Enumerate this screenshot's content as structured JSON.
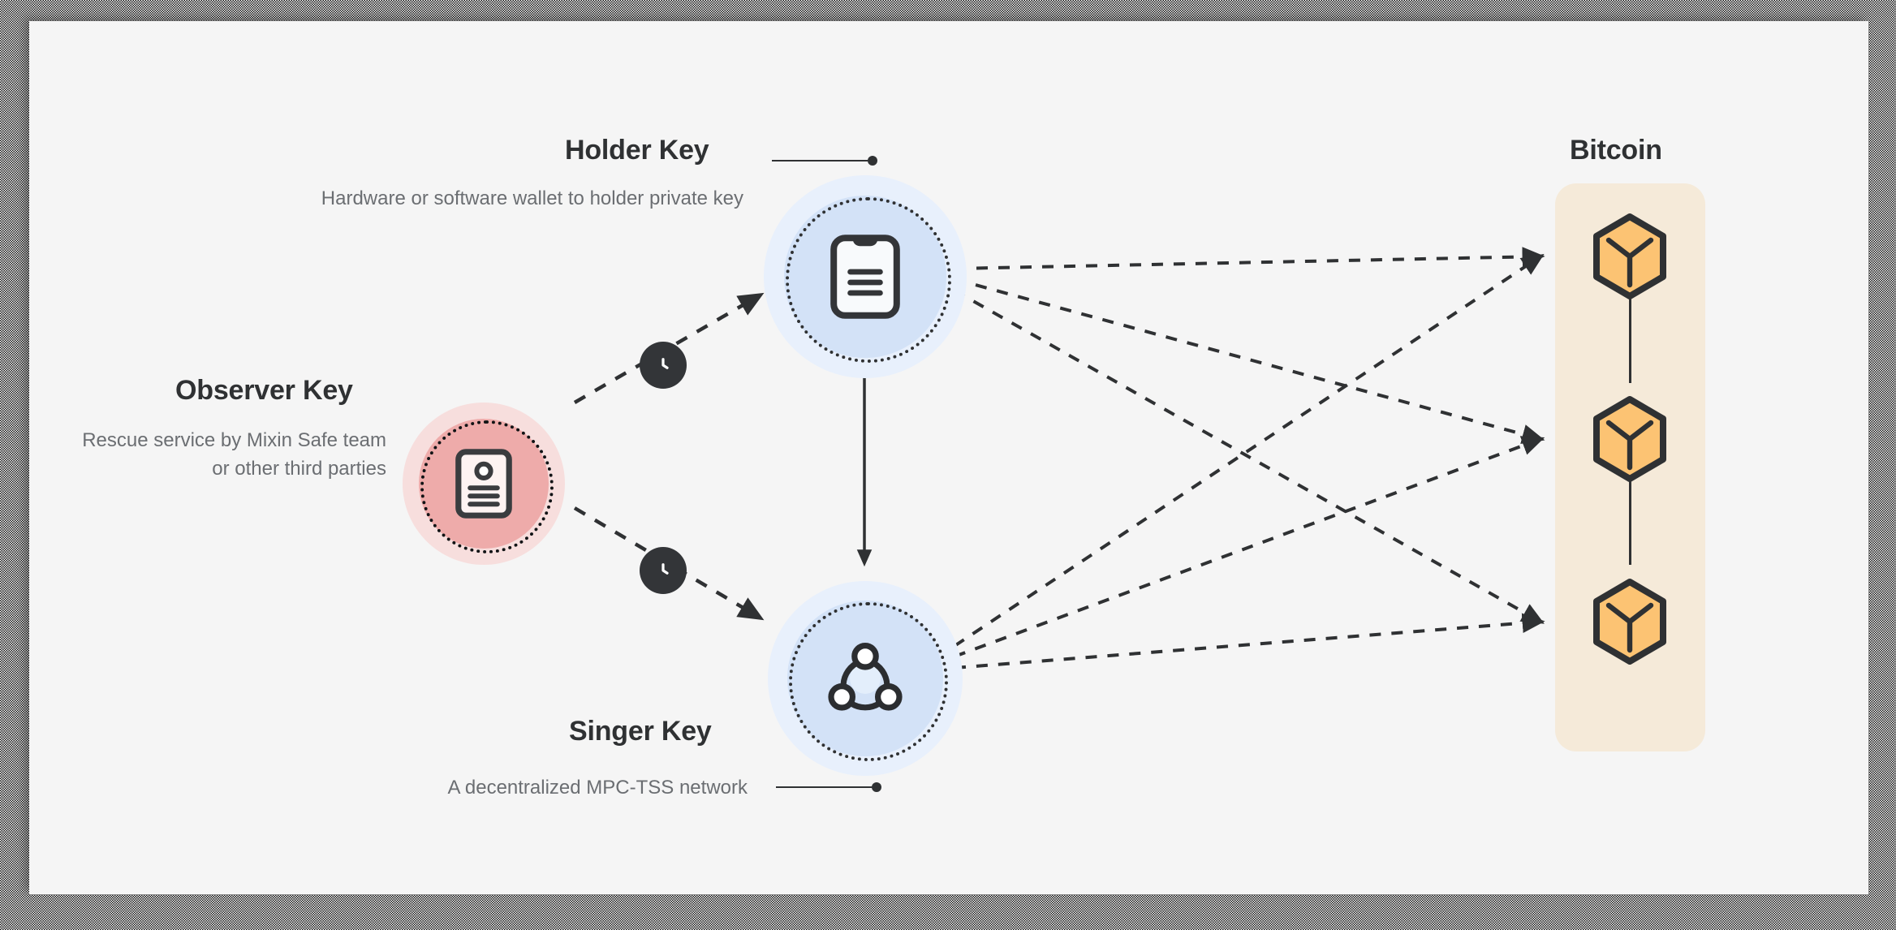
{
  "diagram": {
    "background_color": "#f5f5f5",
    "accent_colors": {
      "holder_halo": "#e8f0fc",
      "holder_core": "#d3e2f7",
      "observer_halo": "#f7dedd",
      "observer_core": "#eeabaa",
      "bitcoin_panel": "#f5ead9",
      "bitcoin_block": "#fcc373",
      "ink": "#2f3133",
      "muted_text": "#6b6e72"
    }
  },
  "observer_key": {
    "title": "Observer Key",
    "description": "Rescue service by Mixin Safe team or other third parties",
    "icon": "id-card-icon"
  },
  "holder_key": {
    "title": "Holder Key",
    "description": "Hardware or software wallet to holder private key",
    "icon": "mobile-phone-icon"
  },
  "singer_key": {
    "title": "Singer Key",
    "description": "A decentralized MPC-TSS network",
    "icon": "mpc-network-icon"
  },
  "bitcoin": {
    "title": "Bitcoin",
    "blocks": [
      {
        "label": "block-1",
        "icon": "cube-block-icon"
      },
      {
        "label": "block-2",
        "icon": "cube-block-icon"
      },
      {
        "label": "block-3",
        "icon": "cube-block-icon"
      }
    ]
  },
  "edges": {
    "timelock_icon": "clock-icon",
    "observer_to_holder": {
      "style": "dashed",
      "badge": "clock-icon"
    },
    "observer_to_singer": {
      "style": "dashed",
      "badge": "clock-icon"
    },
    "holder_to_singer": {
      "style": "solid",
      "badge": ""
    },
    "keys_to_bitcoin": {
      "style": "dashed",
      "count": 6
    }
  }
}
